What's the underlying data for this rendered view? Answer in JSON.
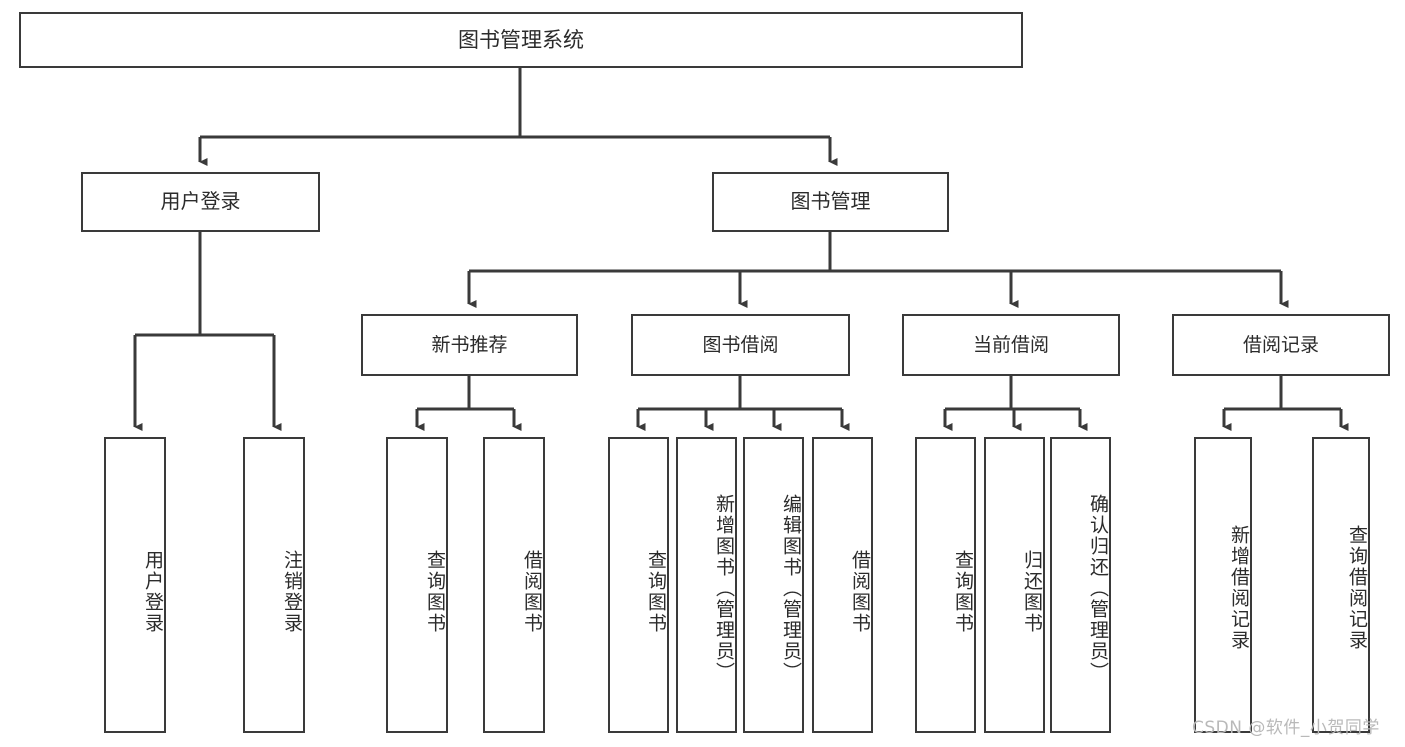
{
  "diagram": {
    "title": "图书管理系统",
    "type": "hierarchy-tree",
    "background_color": "#ffffff",
    "line_color": "#3a3a3a",
    "text_color": "#2b2b2b",
    "watermark": "CSDN @软件_小贺同学"
  },
  "nodes": {
    "root": {
      "label": "图书管理系统"
    },
    "level1": [
      {
        "id": "user-login",
        "label": "用户登录"
      },
      {
        "id": "book-manage",
        "label": "图书管理"
      }
    ],
    "level2": [
      {
        "id": "new-book-rec",
        "label": "新书推荐",
        "parent": "book-manage"
      },
      {
        "id": "book-borrow",
        "label": "图书借阅",
        "parent": "book-manage"
      },
      {
        "id": "current-borrow",
        "label": "当前借阅",
        "parent": "book-manage"
      },
      {
        "id": "borrow-record",
        "label": "借阅记录",
        "parent": "book-manage"
      }
    ],
    "leaves": {
      "user_login": [
        {
          "id": "leaf-user-login",
          "label": "用户登录"
        },
        {
          "id": "leaf-user-logout",
          "label": "注销登录"
        }
      ],
      "new_book_rec": [
        {
          "id": "leaf-query-book-1",
          "label": "查询图书"
        },
        {
          "id": "leaf-borrow-book-1",
          "label": "借阅图书"
        }
      ],
      "book_borrow": [
        {
          "id": "leaf-query-book-2",
          "label": "查询图书"
        },
        {
          "id": "leaf-add-book",
          "label": "新增图书（管理员）"
        },
        {
          "id": "leaf-edit-book",
          "label": "编辑图书（管理员）"
        },
        {
          "id": "leaf-borrow-book-2",
          "label": "借阅图书"
        }
      ],
      "current_borrow": [
        {
          "id": "leaf-query-book-3",
          "label": "查询图书"
        },
        {
          "id": "leaf-return-book",
          "label": "归还图书"
        },
        {
          "id": "leaf-confirm-return",
          "label": "确认归还（管理员）"
        }
      ],
      "borrow_record": [
        {
          "id": "leaf-add-record",
          "label": "新增借阅记录"
        },
        {
          "id": "leaf-query-record",
          "label": "查询借阅记录"
        }
      ]
    }
  }
}
